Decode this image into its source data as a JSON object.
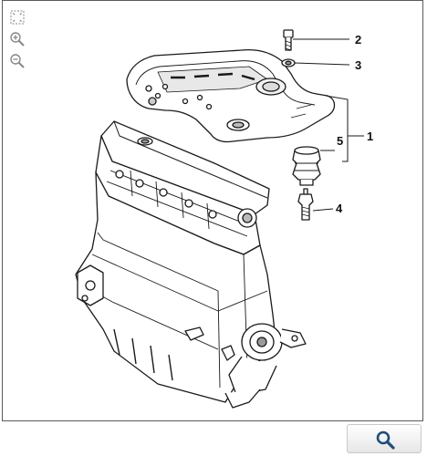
{
  "toolbar": {
    "tools": [
      {
        "name": "fit-to-page-icon"
      },
      {
        "name": "zoom-in-icon"
      },
      {
        "name": "zoom-out-icon"
      }
    ]
  },
  "diagram": {
    "callouts": [
      "1",
      "2",
      "3",
      "4",
      "5"
    ]
  },
  "search": {
    "icon": "magnifier-icon",
    "color": "#1d4f7a"
  }
}
